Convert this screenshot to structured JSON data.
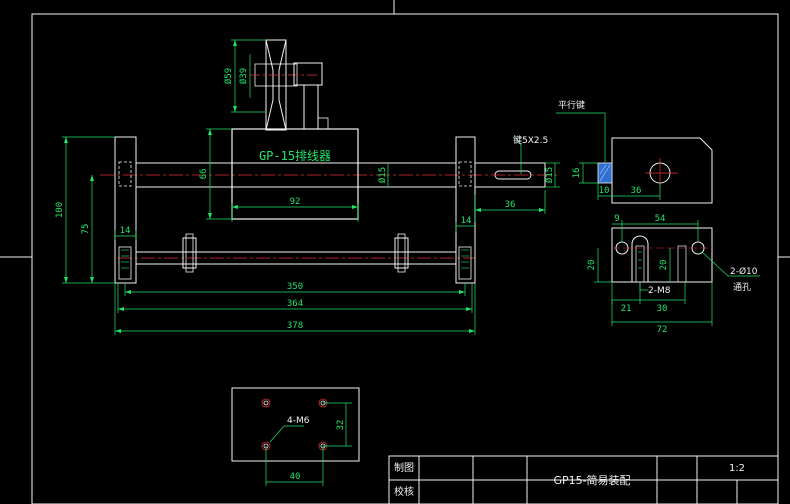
{
  "drawing": {
    "box_label": "GP-15排线器",
    "labels": {
      "key_spec": "键5X2.5",
      "flat_key": "平行键",
      "thread_holes": "4-M6",
      "side_thread": "2-M8",
      "through_hole_spec": "2-Ø10",
      "through_hole_text": "通孔"
    },
    "dims": {
      "d59": "Ø59",
      "d39": "Ø39",
      "d66": "66",
      "d92": "92",
      "d15a": "Ø15",
      "d15b": "Ø15",
      "d36a": "36",
      "d14a": "14",
      "d14b": "14",
      "d100": "100",
      "d75": "75",
      "d350": "350",
      "d364": "364",
      "d378": "378",
      "d16": "16",
      "d10": "10",
      "d36b": "36",
      "d9": "9",
      "d54": "54",
      "d20a": "20",
      "d20b": "20",
      "d21": "21",
      "d30": "30",
      "d72": "72",
      "d32": "32",
      "d40": "40"
    }
  },
  "title_block": {
    "made_by": "制图",
    "checked_by": "校核",
    "title": "GP15-简易装配",
    "scale": "1:2"
  }
}
